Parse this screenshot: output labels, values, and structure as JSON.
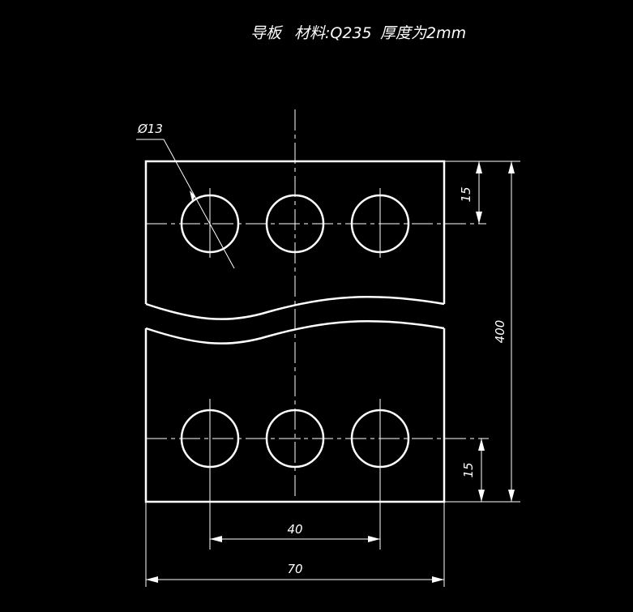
{
  "title": {
    "part_name": "导板",
    "material": "材料:Q235",
    "thickness": "厚度为2mm"
  },
  "dimensions": {
    "hole_diameter": "Ø13",
    "top_offset": "15",
    "bottom_offset": "15",
    "total_height": "400",
    "hole_spacing": "40",
    "total_width": "70"
  },
  "colors": {
    "background": "#000000",
    "lines": "#ffffff"
  }
}
